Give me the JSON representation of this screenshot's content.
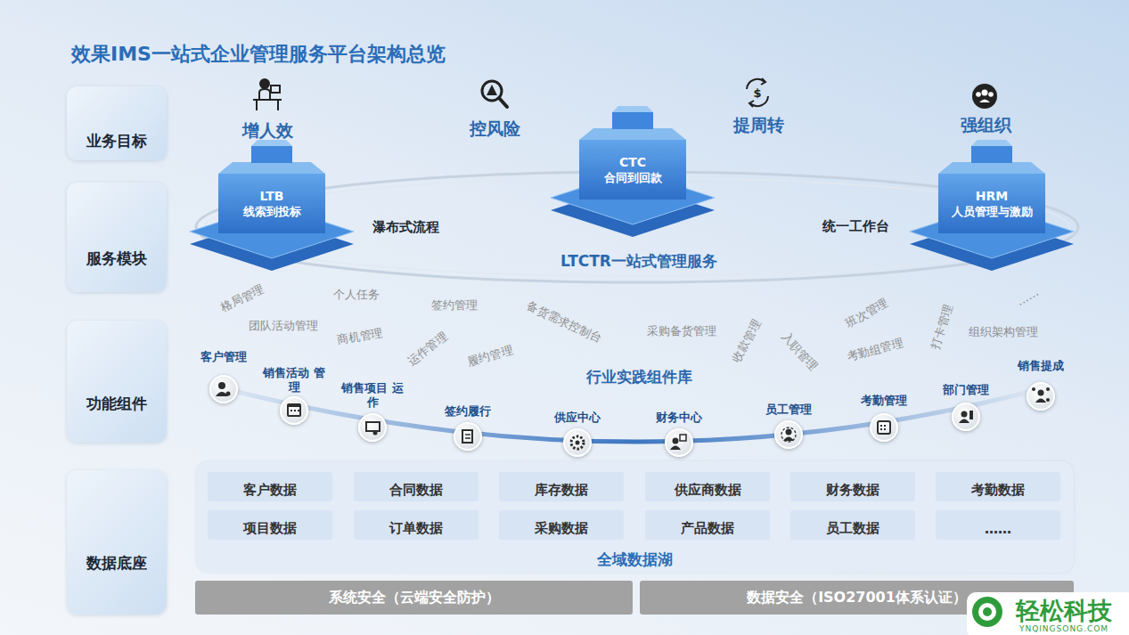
{
  "diagram": {
    "title": "效果IMS一站式企业管理服务平台架构总览",
    "nodes": [
      {
        "text": [
          "业务目标"
        ]
      },
      {
        "text": [
          "服务模块"
        ]
      },
      {
        "text": [
          "功能组件"
        ]
      },
      {
        "text": [
          "数据底座"
        ]
      },
      {
        "text": [
          "LTB",
          "线索到投标"
        ]
      },
      {
        "text": [
          "CTC",
          "合同到回款"
        ]
      },
      {
        "text": [
          "HRM",
          "人员管理与激励"
        ]
      },
      {
        "text": [
          "客户管理"
        ]
      },
      {
        "text": [
          "销售活动 管理"
        ]
      },
      {
        "text": [
          "销售项目 运作"
        ]
      },
      {
        "text": [
          "签约履行"
        ]
      },
      {
        "text": [
          "供应中心"
        ]
      },
      {
        "text": [
          "财务中心"
        ]
      },
      {
        "text": [
          "员工管理"
        ]
      },
      {
        "text": [
          "考勤管理"
        ]
      },
      {
        "text": [
          "部门管理"
        ]
      },
      {
        "text": [
          "销售提成"
        ]
      },
      {
        "text": [
          "全域数据湖"
        ]
      },
      {
        "text": [
          "客户数据"
        ],
        "in": 17
      },
      {
        "text": [
          "合同数据"
        ],
        "in": 17
      },
      {
        "text": [
          "库存数据"
        ],
        "in": 17
      },
      {
        "text": [
          "供应商数据"
        ],
        "in": 17
      },
      {
        "text": [
          "财务数据"
        ],
        "in": 17
      },
      {
        "text": [
          "考勤数据"
        ],
        "in": 17
      },
      {
        "text": [
          "项目数据"
        ],
        "in": 17
      },
      {
        "text": [
          "订单数据"
        ],
        "in": 17
      },
      {
        "text": [
          "采购数据"
        ],
        "in": 17
      },
      {
        "text": [
          "产品数据"
        ],
        "in": 17
      },
      {
        "text": [
          "员工数据"
        ],
        "in": 17
      },
      {
        "text": [
          "……"
        ],
        "in": 17
      },
      {
        "text": [
          "系统安全（云端安全防护）"
        ]
      },
      {
        "text": [
          "数据安全（ISO27001体系认证）"
        ]
      }
    ],
    "labels": [
      "增人效",
      "控风险",
      "提周转",
      "强组织",
      "瀑布式流程",
      "统一工作台",
      "LTCTR一站式管理服务",
      "格局管理",
      "个人任务",
      "签约管理",
      "备货需求控制台",
      "采购备货管理",
      "收款管理",
      "入职管理",
      "班次管理",
      "打卡管理",
      "……",
      "团队活动管理",
      "商机管理",
      "运作管理",
      "履约管理",
      "考勤组管理",
      "组织架构管理",
      "行业实践组件库",
      "轻松科技",
      "YNQINGSONG.COM"
    ]
  }
}
